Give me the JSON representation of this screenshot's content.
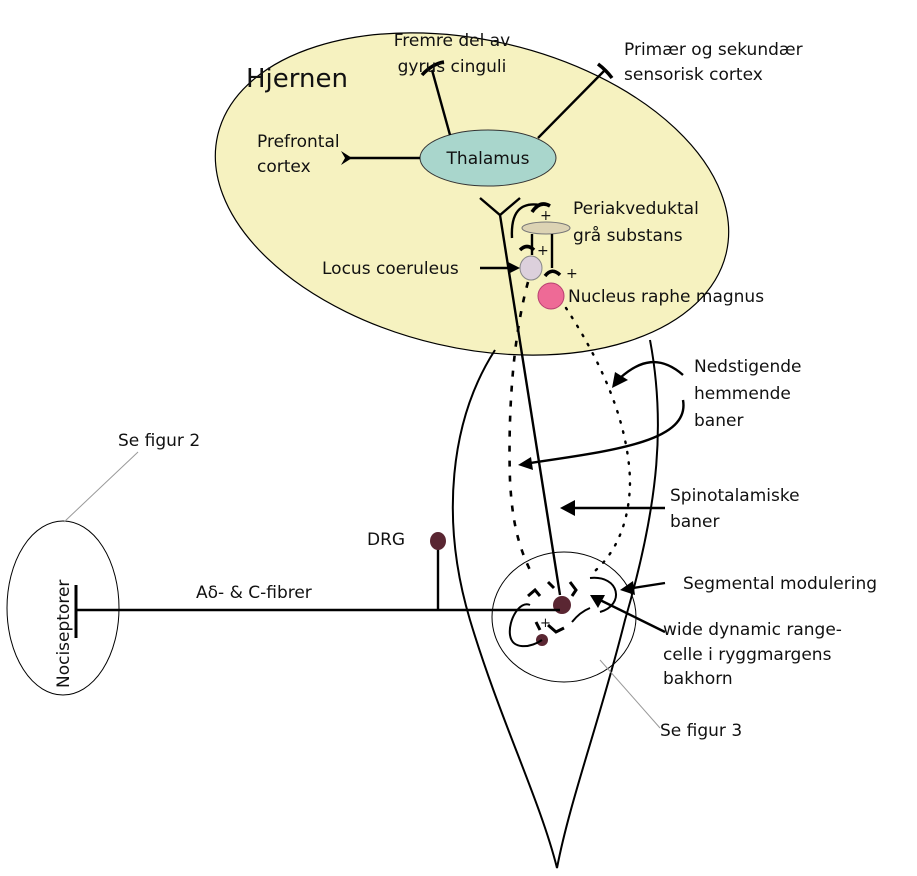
{
  "labels": {
    "brain": "Hjernen",
    "gyrus_line1": "Fremre del av",
    "gyrus_line2": "gyrus cinguli",
    "sensory_line1": "Primær og sekundær",
    "sensory_line2": "sensorisk cortex",
    "prefrontal_line1": "Prefrontal",
    "prefrontal_line2": "cortex",
    "thalamus": "Thalamus",
    "pag_line1": "Periakveduktal",
    "pag_line2": "grå substans",
    "locus": "Locus coeruleus",
    "raphe": "Nucleus raphe magnus",
    "descending_line1": "Nedstigende",
    "descending_line2": "hemmende",
    "descending_line3": "baner",
    "spino_line1": "Spinotalamiske",
    "spino_line2": "baner",
    "segmental": "Segmental modulering",
    "wdr_line1": "wide dynamic range-",
    "wdr_line2": "celle i ryggmargens",
    "wdr_line3": "bakhorn",
    "se_figur_3": "Se figur 3",
    "se_figur_2": "Se figur 2",
    "drg": "DRG",
    "fibres": "Aδ- & C-fibrer",
    "nociceptors": "Nociseptorer",
    "plus": "+"
  },
  "colors": {
    "brain_fill": "#f6f2c0",
    "thalamus_fill": "#a9d6cc",
    "pag_fill": "#dcd3b4",
    "locus_fill": "#dcd0dc",
    "raphe_fill": "#ee6a96",
    "cell_fill": "#5a2632"
  }
}
